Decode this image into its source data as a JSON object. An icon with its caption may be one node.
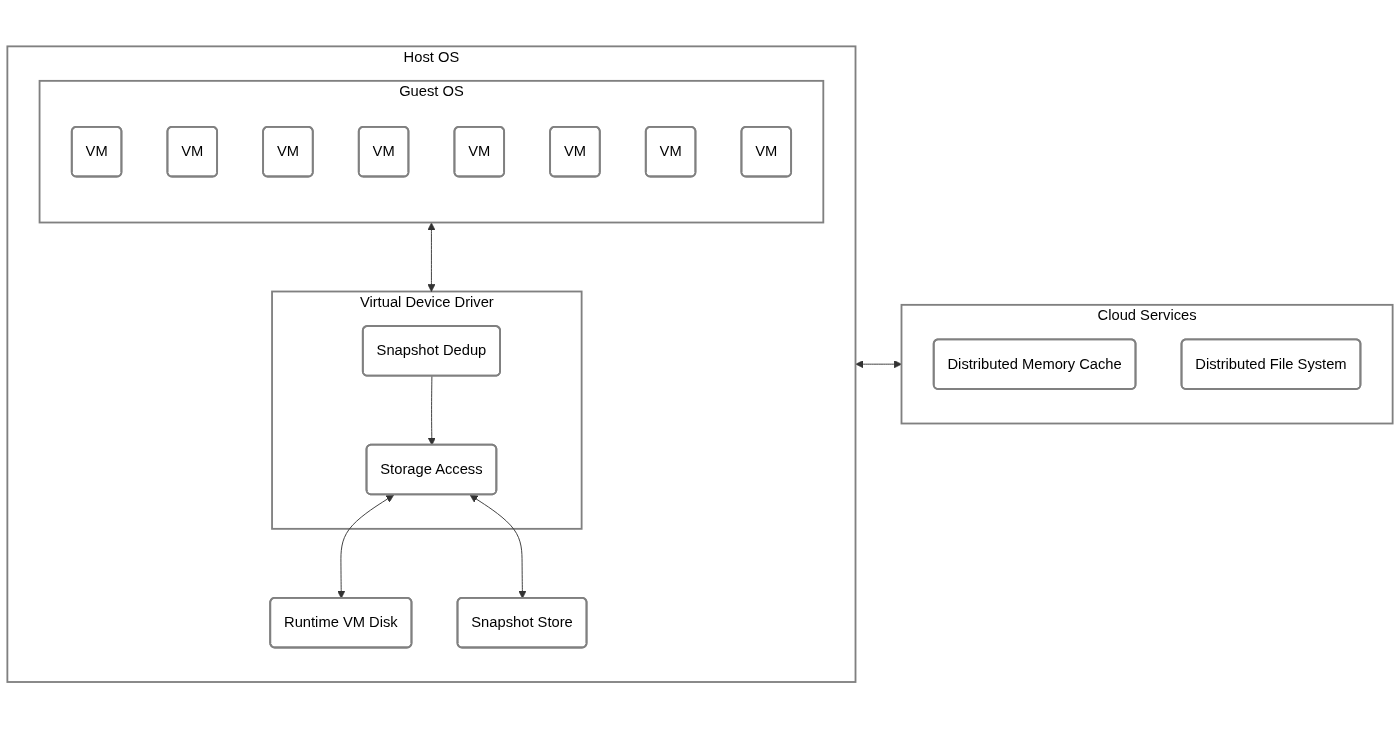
{
  "diagram": {
    "nodes": [
      {
        "text": [
          "Host OS"
        ]
      },
      {
        "text": [
          "Guest OS"
        ],
        "in": 0
      },
      {
        "text": [
          "VM"
        ],
        "in": 1
      },
      {
        "text": [
          "VM"
        ],
        "in": 1
      },
      {
        "text": [
          "VM"
        ],
        "in": 1
      },
      {
        "text": [
          "VM"
        ],
        "in": 1
      },
      {
        "text": [
          "VM"
        ],
        "in": 1
      },
      {
        "text": [
          "VM"
        ],
        "in": 1
      },
      {
        "text": [
          "VM"
        ],
        "in": 1
      },
      {
        "text": [
          "VM"
        ],
        "in": 1
      },
      {
        "text": [
          "Virtual Device Driver"
        ],
        "in": 0
      },
      {
        "text": [
          "Snapshot Dedup"
        ],
        "in": 10
      },
      {
        "text": [
          "Storage Access"
        ],
        "in": 10
      },
      {
        "text": [
          "Runtime VM Disk"
        ],
        "in": 0
      },
      {
        "text": [
          "Snapshot Store"
        ],
        "in": 0
      },
      {
        "text": [
          "Cloud Services"
        ]
      },
      {
        "text": [
          "Distributed Memory Cache"
        ],
        "in": 15
      },
      {
        "text": [
          "Distributed File System"
        ],
        "in": 15
      }
    ],
    "edges": [
      {
        "from": 1,
        "to": 10,
        "arrow": "both"
      },
      {
        "from": 11,
        "to": 12,
        "arrow": "to"
      },
      {
        "from": 12,
        "to": 13,
        "arrow": "both"
      },
      {
        "from": 12,
        "to": 14,
        "arrow": "both"
      },
      {
        "from": 0,
        "to": 15,
        "arrow": "both"
      }
    ]
  }
}
